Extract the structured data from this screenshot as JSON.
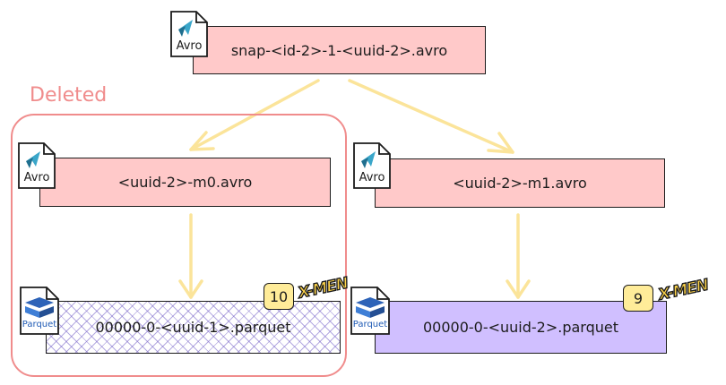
{
  "deleted_label": "Deleted",
  "snapshot": {
    "filename": "snap-<id-2>-1-<uuid-2>.avro",
    "icon_label": "Avro"
  },
  "manifests": [
    {
      "filename": "<uuid-2>-m0.avro",
      "icon_label": "Avro"
    },
    {
      "filename": "<uuid-2>-m1.avro",
      "icon_label": "Avro"
    }
  ],
  "data_files": [
    {
      "filename": "00000-0-<uuid-1>.parquet",
      "icon_label": "Parquet",
      "record_count": "10",
      "logo_text": "X-MEN"
    },
    {
      "filename": "00000-0-<uuid-2>.parquet",
      "icon_label": "Parquet",
      "record_count": "9",
      "logo_text": "X-MEN"
    }
  ],
  "colors": {
    "metadata_fill": "#ffc9c9",
    "data_fill": "#d0bfff",
    "deleted_outline": "#f08c8c",
    "arrow": "#ffec99",
    "badge_fill": "#ffec99"
  },
  "icons": {
    "avro": "avro-file-icon",
    "parquet": "parquet-file-icon"
  }
}
